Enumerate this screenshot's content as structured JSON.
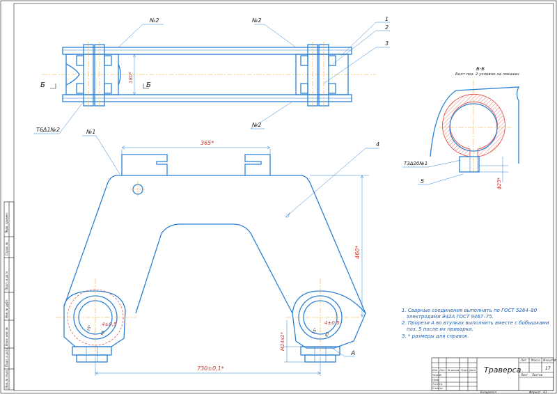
{
  "drawing": {
    "title": "Траверса",
    "sheet_number": "17",
    "top_view": {
      "part_ref_1": "1",
      "part_ref_2": "2",
      "part_ref_3": "3",
      "weld_top_left": "№2",
      "weld_top_right": "№2",
      "weld_bottom": "№2",
      "weld_symbol_left": "Т6Δ1№2",
      "section_left": "Б",
      "section_right": "Б",
      "height_dim": "180*"
    },
    "front_view": {
      "weld_1": "№1",
      "part_ref_4": "4",
      "width_dim": "365*",
      "height_dim": "460*",
      "base_dim": "730±0,1*",
      "bolt_dim": "M24x2*",
      "slot_left": "4±0,5",
      "slot_right": "4±0,5",
      "slot_angle_left": "15°",
      "slot_angle_left2": "R5",
      "slot_angle_right": "15°",
      "slot_angle_right2": "R5",
      "view_a": "А"
    },
    "section_view": {
      "title": "Б-Б",
      "subtitle": "Болт поз. 2 условно не показан",
      "weld": "Т3Δ20№1",
      "part_ref_5": "5",
      "diameter_dim": "ϕ25*"
    },
    "notes": [
      "1. Сварные соединения выполнить по ГОСТ 5264–80",
      "электродами Э42А ГОСТ 9467–75.",
      "2. Прорези А во втулках выполнить вместе с бобышками",
      "поз. 5 после их приварки.",
      "3. * размеры для справок."
    ],
    "title_block": {
      "lit": "Лит.",
      "mass": "Масса",
      "scale": "Масштаб",
      "sheet": "Лист",
      "sheets": "Листов",
      "copied": "Копировал",
      "format": "Формат",
      "format_value": "А3",
      "rows": [
        "Изм.",
        "Лист",
        "№ докум.",
        "Подп.",
        "Дата"
      ],
      "roles": [
        "Разраб.",
        "Пров.",
        "Т.контр.",
        "",
        "Н.контр.",
        "Утв."
      ]
    },
    "side_stamps": [
      "Перв. примен.",
      "Справ. №",
      "Подп. и дата",
      "Инв. № дубл.",
      "Взам. инв. №",
      "Подп. и дата",
      "Инв. № подл."
    ]
  }
}
